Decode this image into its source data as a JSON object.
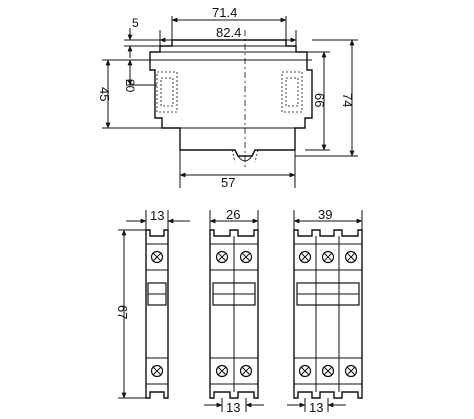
{
  "side_view": {
    "dim_overall_top": "71.4",
    "dim_inner_top": "82.4",
    "dim_small": "5",
    "dim_20": "20",
    "dim_45": "45",
    "dim_66": "66",
    "dim_74": "74",
    "dim_bottom": "57"
  },
  "front_views": {
    "one_pole": {
      "width_label": "13",
      "height_label": "67"
    },
    "two_pole": {
      "width_label": "26",
      "bottom_label": "13"
    },
    "three_pole": {
      "width_label": "39",
      "bottom_label": "13"
    }
  }
}
